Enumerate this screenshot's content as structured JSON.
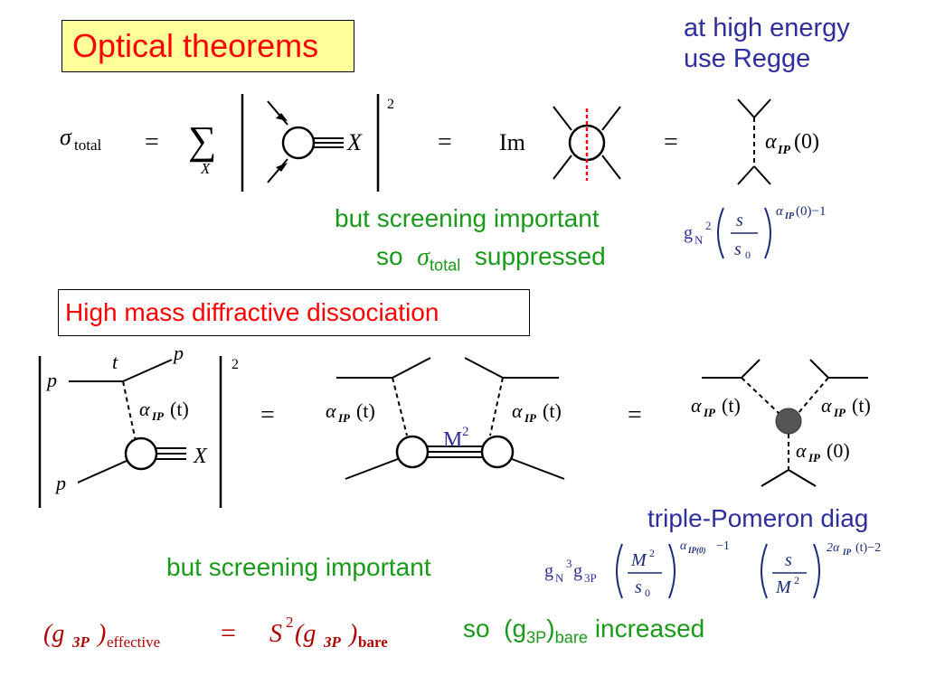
{
  "headings": {
    "optical": "Optical theorems",
    "high_mass": "High mass diffractive dissociation"
  },
  "notes": {
    "regge_line1": "at high energy",
    "regge_line2": "use Regge",
    "screening_top": "but screening important",
    "so": "so",
    "sigma": "σ",
    "total_sub": "total",
    "suppressed": "suppressed",
    "screening_bottom": "but screening important",
    "triple_pomeron": "triple-Pomeron diag",
    "so2": "so",
    "g3p_open": "(g",
    "g3p_sub": "3P",
    "g3p_close": ")",
    "bare_sub": "bare",
    "increased": "increased",
    "m2": "M",
    "m2_sup": "2",
    "sq2": "2"
  },
  "eq1": {
    "sigma_total": "σ",
    "total": "total",
    "equals": "=",
    "sum": "∑",
    "sum_index": "X",
    "X": "X",
    "square": "2",
    "im": "Im",
    "alpha_p0": "α",
    "p0_sub": "IP",
    "p0_arg": "(0)"
  },
  "regge_formula": {
    "g": "g",
    "n_sub": "N",
    "two": "2",
    "s": "s",
    "s0": "s",
    "s0_sub": "0",
    "exponent": "α",
    "exponent_sub": "IP",
    "exponent_tail": "(0)−1"
  },
  "eq2": {
    "p": "p",
    "t": "t",
    "alpha_t": "α",
    "t_arg": "(t)",
    "ip": "IP",
    "X": "X",
    "equals": "=",
    "alpha_0": "(0)"
  },
  "triple_formula": {
    "g": "g",
    "n_sub": "N",
    "three": "3",
    "g3p": "g",
    "g3p_sub": "3P",
    "M2": "M",
    "M2_sup": "2",
    "s0": "s",
    "s0_sub": "0",
    "exp1": "α",
    "exp1_sub": "IP(0)",
    "exp1_tail": "−1",
    "s": "s",
    "exp2": "2α",
    "exp2_sub": "IP",
    "exp2_tail": "(t)−2"
  },
  "effective": {
    "lhs_g": "(g",
    "lhs_sub": "3P",
    "lhs_close": ")",
    "lhs_label": "effective",
    "equals": "=",
    "s2": "S",
    "s2_sup": "2",
    "rhs_g": "(g",
    "rhs_sub": "3P",
    "rhs_close": ")",
    "rhs_label": "bare"
  },
  "colors": {
    "heading": "#ff0000",
    "note_blue": "#2e2e9e",
    "note_green": "#1a9a1a",
    "highlight": "#ffff99",
    "cut_line": "#ff0000",
    "formula_red": "#b00000",
    "formula_blue": "#1a2a7a"
  }
}
